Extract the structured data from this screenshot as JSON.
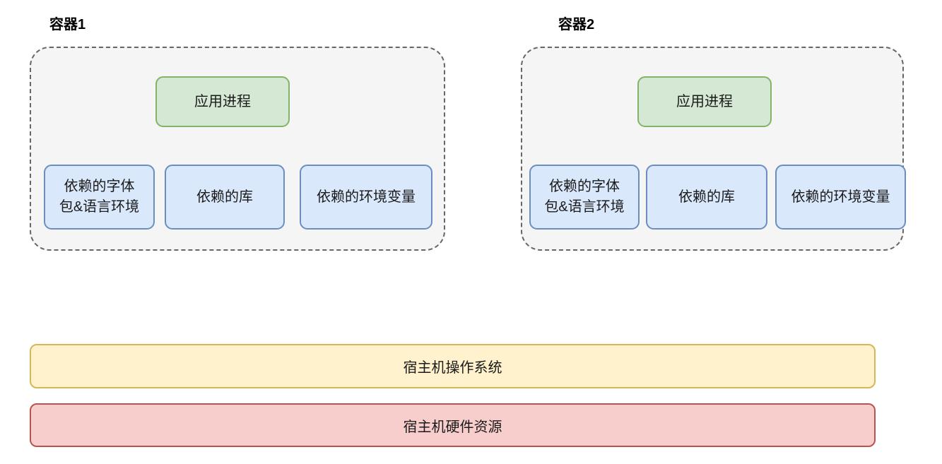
{
  "diagram": {
    "containers": [
      {
        "title": "容器1",
        "app_process": "应用进程",
        "deps": [
          "依赖的字体包&语言环境",
          "依赖的库",
          "依赖的环境变量"
        ]
      },
      {
        "title": "容器2",
        "app_process": "应用进程",
        "deps": [
          "依赖的字体包&语言环境",
          "依赖的库",
          "依赖的环境变量"
        ]
      }
    ],
    "host_layers": [
      {
        "label": "宿主机操作系统",
        "fill": "#fff2cc",
        "border": "#d6b656"
      },
      {
        "label": "宿主机硬件资源",
        "fill": "#f8cecc",
        "border": "#b85450"
      }
    ],
    "colors": {
      "app_fill": "#d5e8d4",
      "app_border": "#82b366",
      "dep_fill": "#dae8fc",
      "dep_border": "#6c8ebf",
      "container_fill": "#f5f5f5",
      "container_border": "#666666",
      "text": "#1a1a1a"
    }
  }
}
